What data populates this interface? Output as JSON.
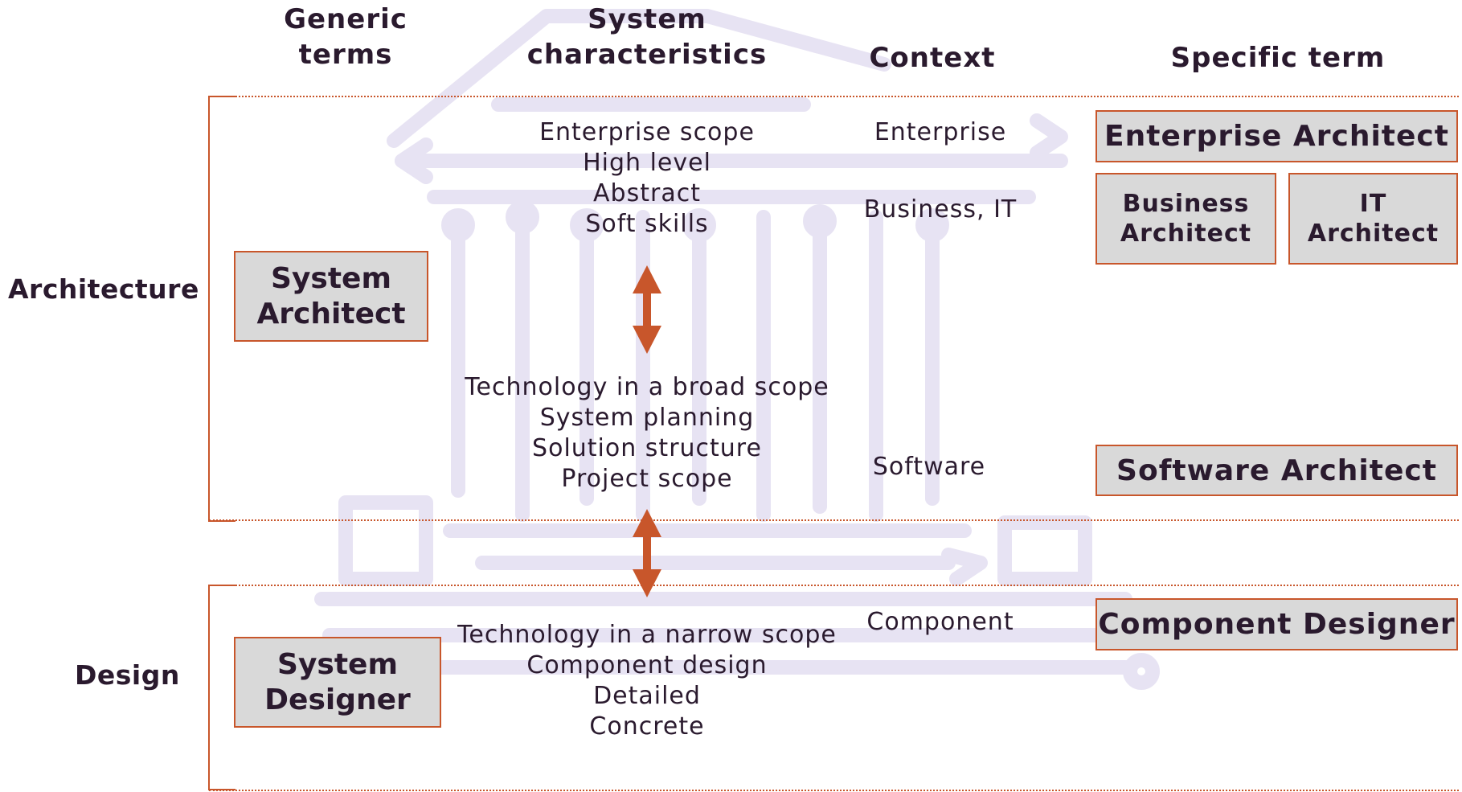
{
  "headers": {
    "generic": "Generic terms",
    "generic_l1": "Generic",
    "generic_l2": "terms",
    "system_l1": "System",
    "system_l2": "characteristics",
    "context": "Context",
    "specific": "Specific term"
  },
  "rows": {
    "architecture": "Architecture",
    "design": "Design"
  },
  "generic_boxes": {
    "system_architect_l1": "System",
    "system_architect_l2": "Architect",
    "system_designer_l1": "System",
    "system_designer_l2": "Designer"
  },
  "characteristics": {
    "top": [
      "Enterprise scope",
      "High level",
      "Abstract",
      "Soft skills"
    ],
    "middle": [
      "Technology in a broad scope",
      "System planning",
      "Solution structure",
      "Project scope"
    ],
    "bottom": [
      "Technology in a narrow scope",
      "Component design",
      "Detailed",
      "Concrete"
    ]
  },
  "contexts": {
    "enterprise": "Enterprise",
    "business_it": "Business, IT",
    "software": "Software",
    "component": "Component"
  },
  "specific_terms": {
    "enterprise_architect": "Enterprise Architect",
    "business_architect_l1": "Business",
    "business_architect_l2": "Architect",
    "it_architect_l1": "IT",
    "it_architect_l2": "Architect",
    "software_architect": "Software Architect",
    "component_designer": "Component Designer"
  },
  "colors": {
    "accent": "#c8562b",
    "box_fill": "#d9d9d9",
    "watermark": "#e6e2f2",
    "text": "#2a1a2e"
  }
}
